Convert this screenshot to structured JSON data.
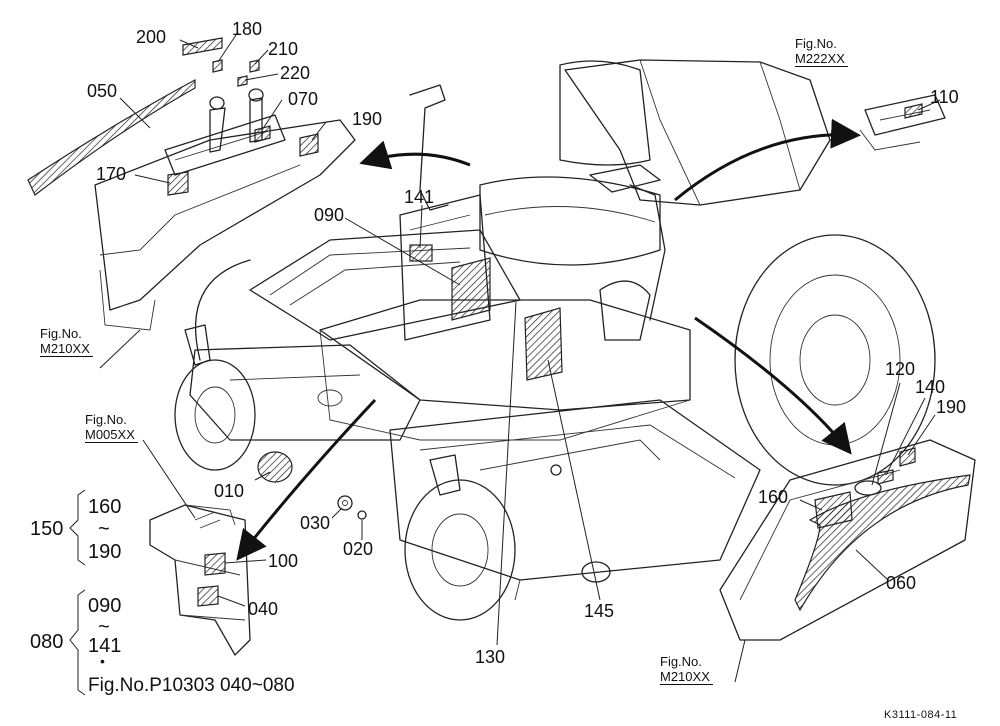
{
  "labels": {
    "p200": "200",
    "p180": "180",
    "p210": "210",
    "p220": "220",
    "p050": "050",
    "p070": "070",
    "p190_top": "190",
    "p170": "170",
    "p141": "141",
    "p090": "090",
    "p110": "110",
    "p120": "120",
    "p140": "140",
    "p190_right": "190",
    "p160_right": "160",
    "p060": "060",
    "p145": "145",
    "p130": "130",
    "p010": "010",
    "p030": "030",
    "p020": "020",
    "p100": "100",
    "p040": "040"
  },
  "figrefs": {
    "top_left": {
      "title": "Fig.No.",
      "code": "M210XX"
    },
    "top_right": {
      "title": "Fig.No.",
      "code": "M222XX"
    },
    "mid_left": {
      "title": "Fig.No.",
      "code": "M005XX"
    },
    "bottom_right": {
      "title": "Fig.No.",
      "code": "M210XX"
    }
  },
  "groups": {
    "g150": {
      "id": "150",
      "from": "160",
      "tilde": "~",
      "to": "190"
    },
    "g080": {
      "id": "080",
      "from": "090",
      "tilde": "~",
      "to": "141",
      "dot": "•",
      "note": "Fig.No.P10303  040~080"
    }
  },
  "drawing_code": "K3111-084-11"
}
